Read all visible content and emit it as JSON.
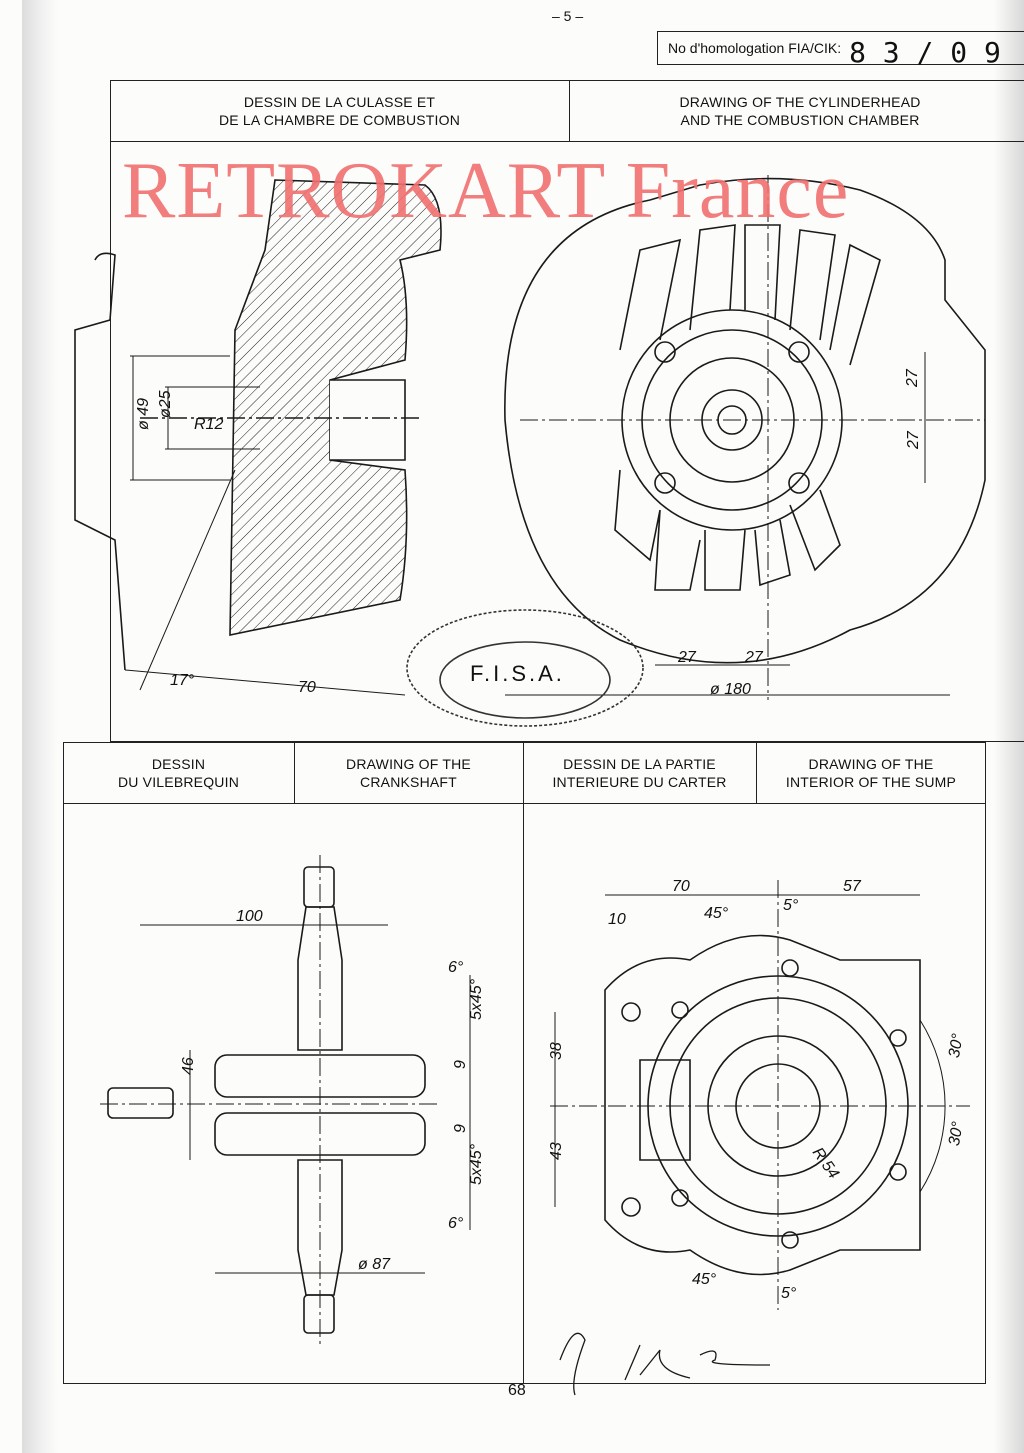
{
  "page_marker": "– 5 –",
  "homologation": {
    "label": "No d'homologation FIA/CIK:",
    "number": "8 3 / 0 9"
  },
  "top_section": {
    "header_fr": [
      "DESSIN DE LA CULASSE ET",
      "DE LA CHAMBRE DE COMBUSTION"
    ],
    "header_en": [
      "DRAWING OF THE CYLINDERHEAD",
      "AND THE COMBUSTION CHAMBER"
    ],
    "dims_section": [
      "ø 49",
      "ø25",
      "R12",
      "17°",
      "70"
    ],
    "dims_plan": [
      "27",
      "27",
      "27",
      "27",
      "ø 180"
    ]
  },
  "bottom_section": {
    "headers": [
      [
        "DESSIN",
        "DU VILEBREQUIN"
      ],
      [
        "DRAWING OF THE",
        "CRANKSHAFT"
      ],
      [
        "DESSIN DE LA PARTIE",
        "INTERIEURE DU CARTER"
      ],
      [
        "DRAWING OF THE",
        "INTERIOR OF THE SUMP"
      ]
    ],
    "dims_crankshaft": [
      "100",
      "6°",
      "5x45°",
      "46",
      "9",
      "9",
      "5x45°",
      "6°",
      "ø 87"
    ],
    "dims_sump": [
      "70",
      "57",
      "10",
      "45°",
      "5°",
      "38",
      "43",
      "30°",
      "30°",
      "R 54",
      "45°",
      "5°"
    ]
  },
  "stamp": {
    "text": "F.I.S.A."
  },
  "watermark": {
    "text": "RETROKART France",
    "color": "#f07070"
  },
  "page_number": "68"
}
